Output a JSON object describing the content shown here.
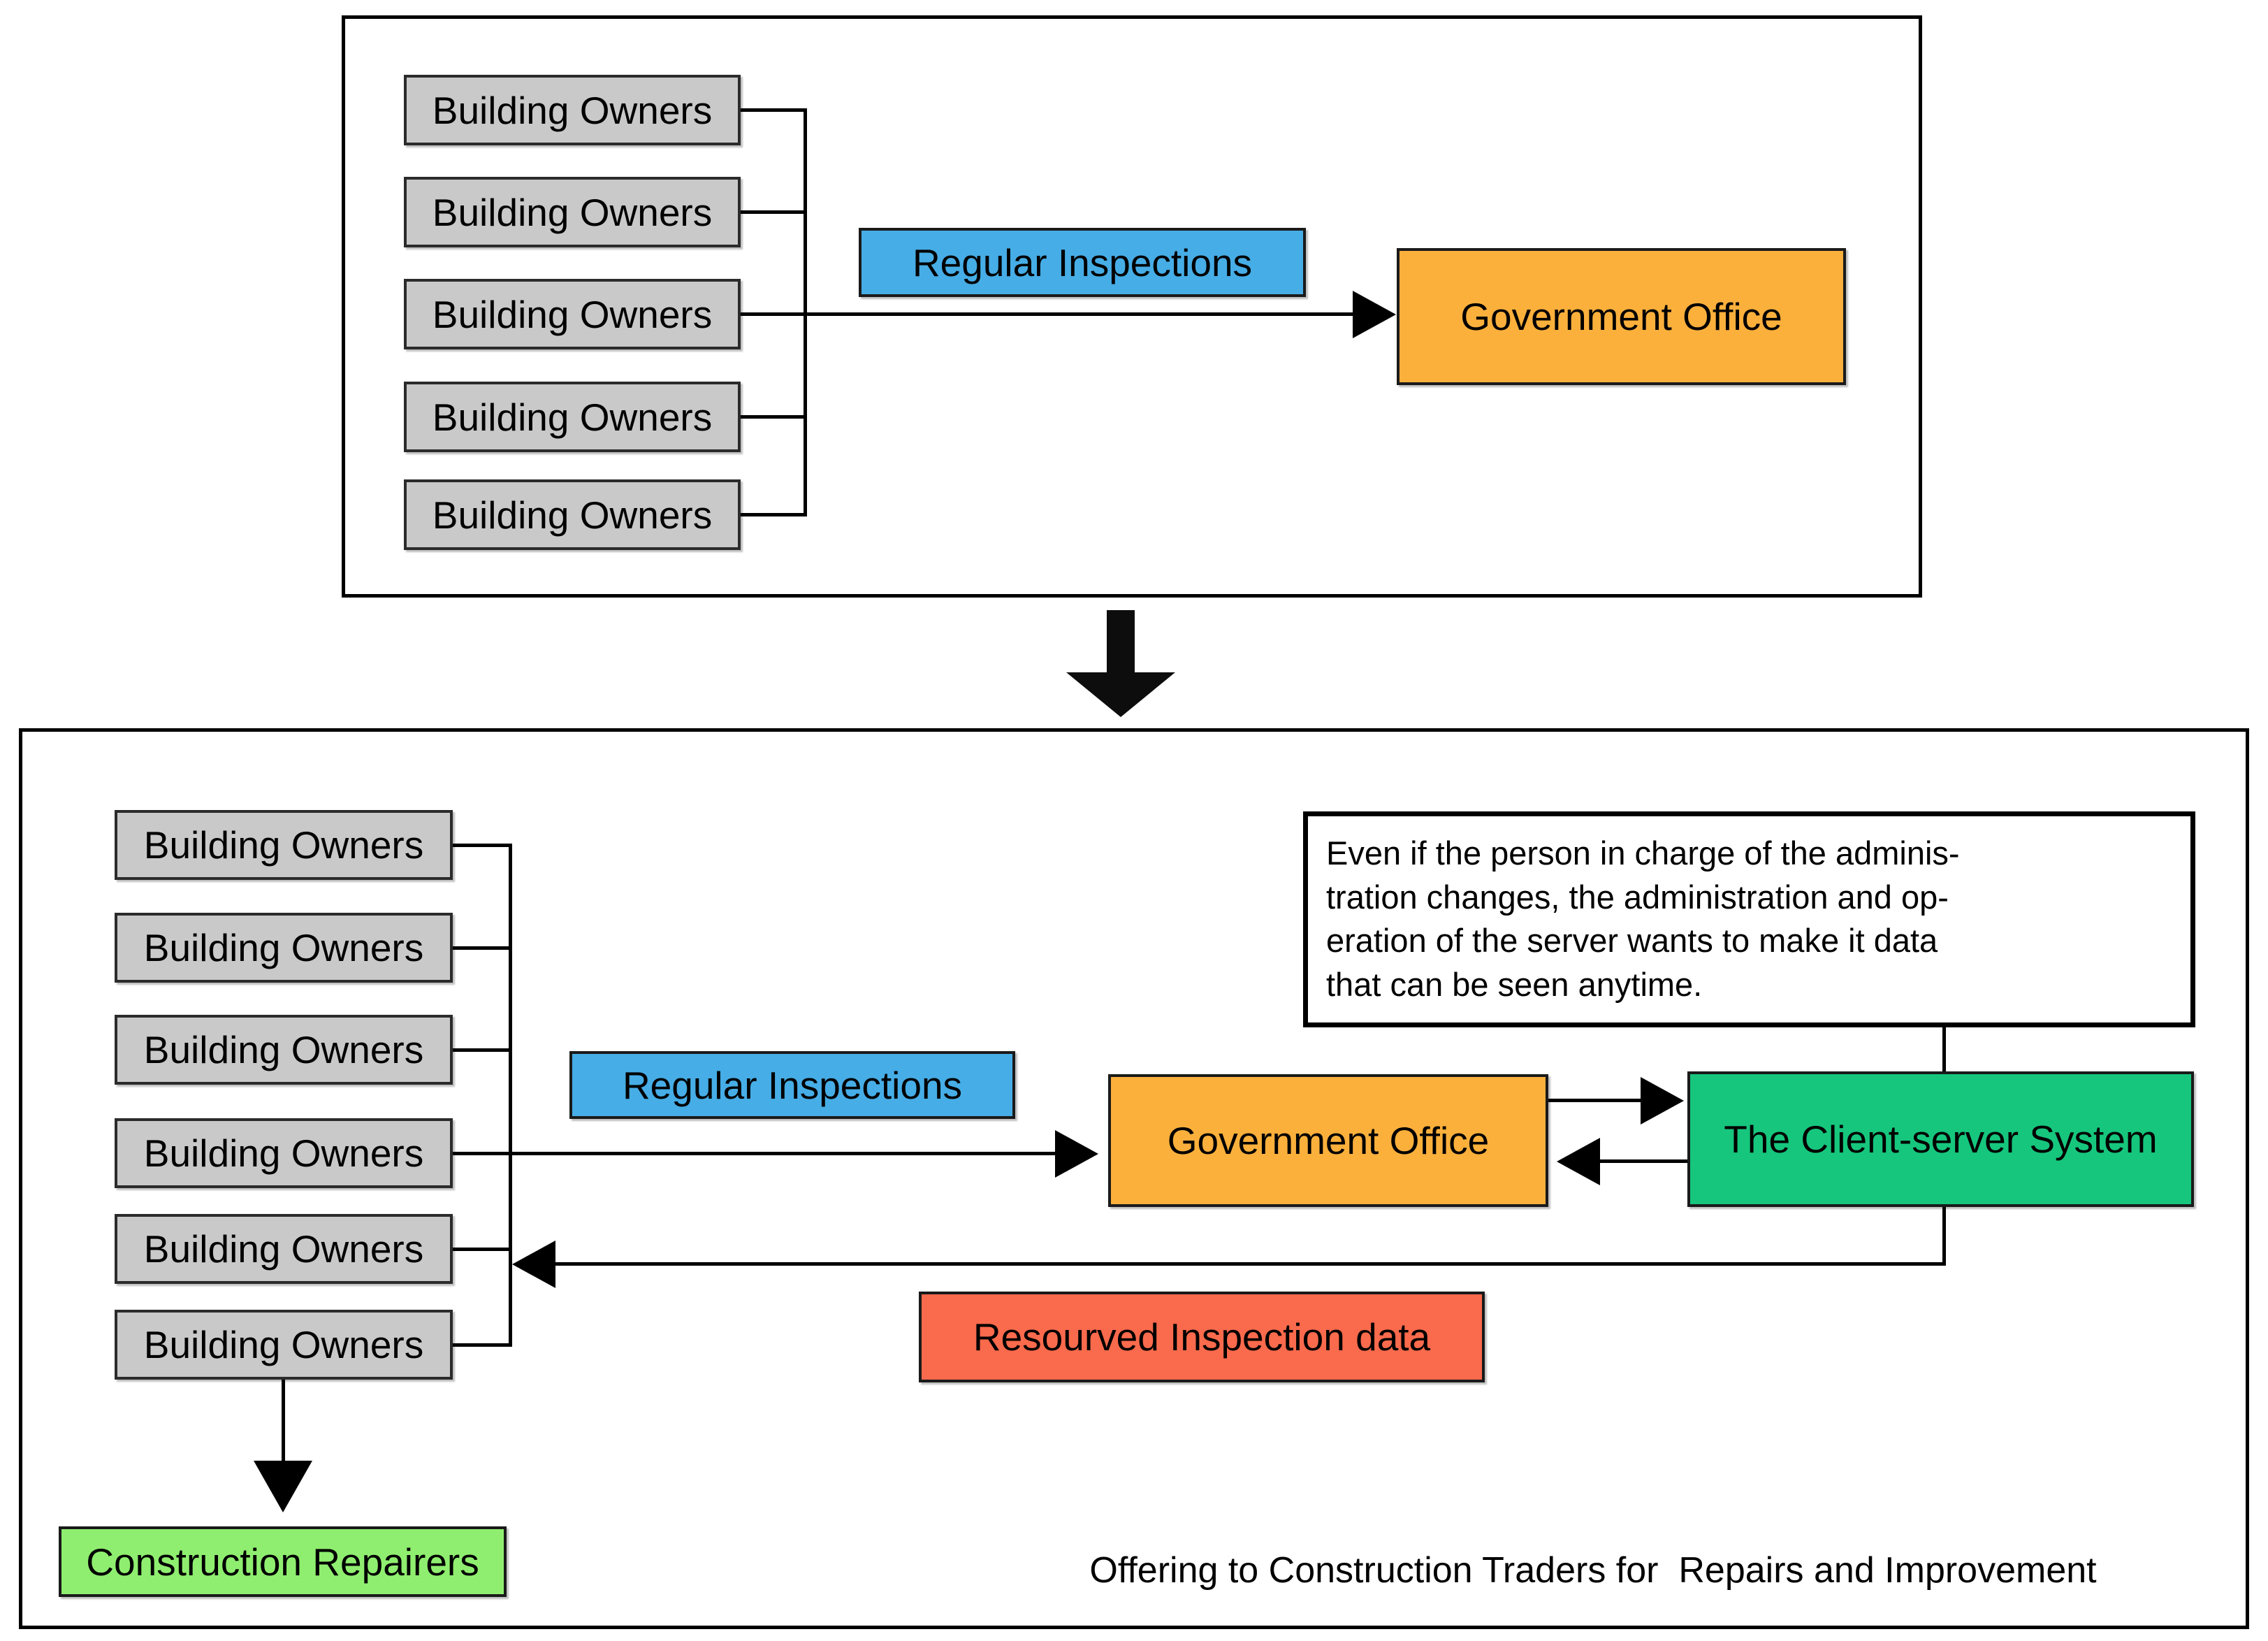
{
  "top_panel": {
    "owners": [
      "Building Owners",
      "Building Owners",
      "Building Owners",
      "Building Owners",
      "Building Owners"
    ],
    "inspection_label": "Regular Inspections",
    "office_label": "Government Office"
  },
  "bottom_panel": {
    "owners": [
      "Building Owners",
      "Building Owners",
      "Building Owners",
      "Building Owners",
      "Building Owners",
      "Building Owners"
    ],
    "inspection_label": "Regular Inspections",
    "office_label": "Government Office",
    "server_label": "The Client-server System",
    "note_lines": [
      "Even if the person in charge of the adminis-",
      "tration changes, the administration and op-",
      "eration of the server wants to make it data",
      "that can be seen anytime."
    ],
    "resourced_label": "Resourved Inspection data",
    "repairers_label": "Construction Repairers",
    "caption": "Offering to Construction Traders for  Repairs and Improvement"
  },
  "colors": {
    "owner_box": "#C9C9C9",
    "inspection_box": "#46ADE6",
    "office_box": "#FBB03C",
    "server_box": "#16C67D",
    "resourced_box": "#FA6A4C",
    "repairers_box": "#8FEE6F",
    "line": "#000000"
  }
}
